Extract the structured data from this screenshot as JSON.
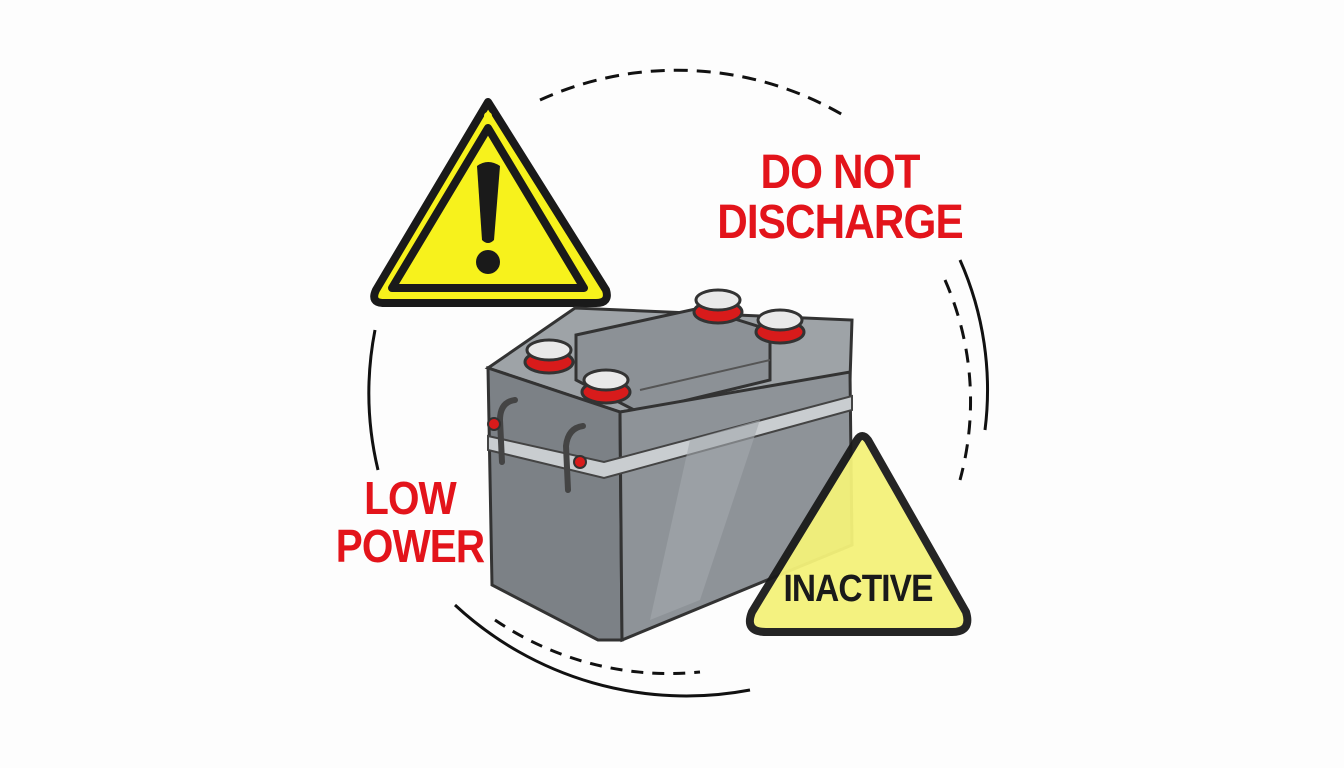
{
  "labels": {
    "discharge": [
      "DO NOT",
      "DISCHARGE"
    ],
    "low_power": [
      "LOW",
      "POWER"
    ],
    "inactive": "INACTIVE"
  },
  "colors": {
    "warning_red": "#e3141b",
    "warning_yellow": "#f7f21c",
    "pale_yellow": "#f4f27a",
    "battery_gray": "#8a8f93",
    "terminal_red": "#d81b1b"
  },
  "icons": {
    "warning_triangle": "exclamation-warning-icon",
    "inactive_triangle": "inactive-warning-triangle",
    "battery": "car-battery-illustration"
  }
}
